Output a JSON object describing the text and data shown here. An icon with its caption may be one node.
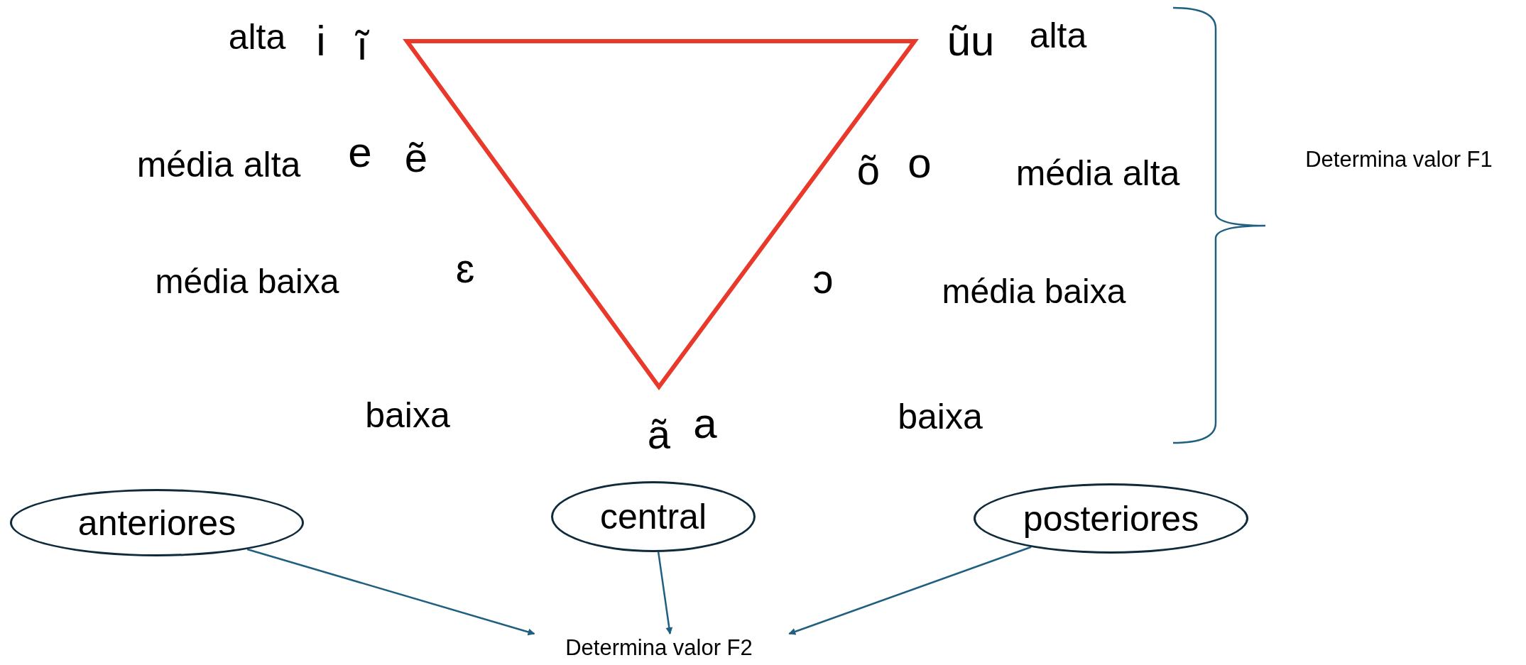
{
  "diagram": {
    "nodes": [
      {
        "text": [
          "anteriores"
        ]
      },
      {
        "text": [
          "central"
        ]
      },
      {
        "text": [
          "posteriores"
        ]
      },
      {
        "text": [
          "Determina valor F2"
        ]
      }
    ],
    "edges": [
      {
        "from": 0,
        "to": 3,
        "arrow": "to"
      },
      {
        "from": 1,
        "to": 3,
        "arrow": "to"
      },
      {
        "from": 2,
        "to": 3,
        "arrow": "to"
      }
    ],
    "labels": [
      "alta",
      "i",
      "ĩ",
      "ũu",
      "alta",
      "média alta",
      "e",
      "ẽ",
      "õ",
      "o",
      "média alta",
      "Determina valor F1",
      "média baixa",
      "ɛ",
      "ɔ",
      "média baixa",
      "baixa",
      "ã",
      "a",
      "baixa"
    ]
  }
}
